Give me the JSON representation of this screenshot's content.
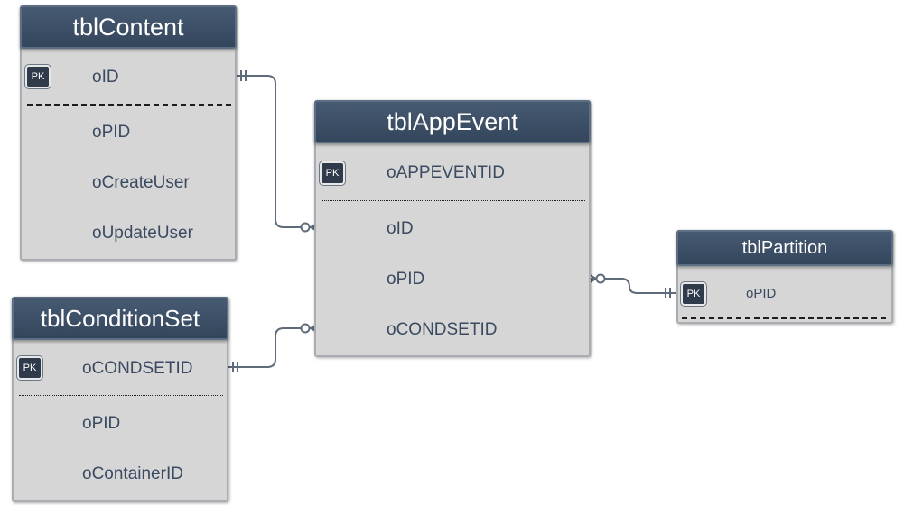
{
  "pk_badge": "PK",
  "tables": {
    "tblContent": {
      "name": "tblContent",
      "pk": "oID",
      "fields": [
        "oPID",
        "oCreateUser",
        "oUpdateUser"
      ]
    },
    "tblConditionSet": {
      "name": "tblConditionSet",
      "pk": "oCONDSETID",
      "fields": [
        "oPID",
        "oContainerID"
      ]
    },
    "tblAppEvent": {
      "name": "tblAppEvent",
      "pk": "oAPPEVENTID",
      "fields": [
        "oID",
        "oPID",
        "oCONDSETID"
      ]
    },
    "tblPartition": {
      "name": "tblPartition",
      "pk": "oPID",
      "fields": []
    }
  },
  "relationships": [
    {
      "from": "tblContent.oID",
      "from_card": "one-and-only-one",
      "to": "tblAppEvent.oID",
      "to_card": "zero-or-many"
    },
    {
      "from": "tblConditionSet.oCONDSETID",
      "from_card": "one-and-only-one",
      "to": "tblAppEvent.oCONDSETID",
      "to_card": "zero-or-many"
    },
    {
      "from": "tblPartition.oPID",
      "from_card": "one-and-only-one",
      "to": "tblAppEvent.oPID",
      "to_card": "zero-or-many"
    }
  ],
  "colors": {
    "header": "#3c4f66",
    "body": "#d6d6d6",
    "field_text": "#3b4a60",
    "connector": "#5e6b7a"
  }
}
